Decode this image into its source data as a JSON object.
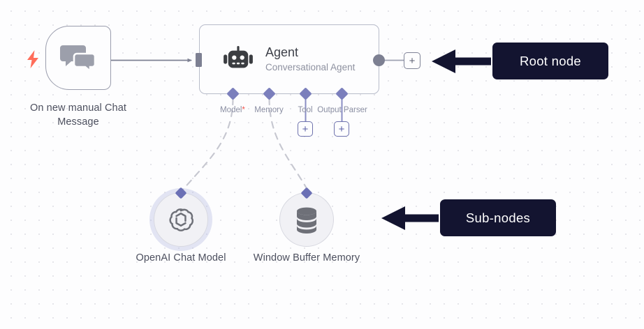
{
  "canvas": {
    "background_color": "#fdfdfe",
    "grid_dot_color": "#e5e5ea",
    "accent_sub_node_color": "#7b7fbc",
    "annotation_bg_color": "#131430",
    "trigger_bolt_color": "#ff6d5a",
    "required_star_color": "#f0534c"
  },
  "nodes": {
    "trigger": {
      "caption": "On new manual Chat Message",
      "icon": "chat-bubbles-icon",
      "badge_icon": "lightning-bolt-icon"
    },
    "agent": {
      "title": "Agent",
      "subtitle": "Conversational Agent",
      "icon": "robot-icon",
      "output_plus_label": "+",
      "ports": [
        {
          "label": "Model",
          "required": true,
          "required_marker": "*",
          "has_plus": false,
          "plus_label": "+"
        },
        {
          "label": "Memory",
          "required": false,
          "required_marker": "",
          "has_plus": false,
          "plus_label": "+"
        },
        {
          "label": "Tool",
          "required": false,
          "required_marker": "",
          "has_plus": true,
          "plus_label": "+"
        },
        {
          "label": "Output Parser",
          "required": false,
          "required_marker": "",
          "has_plus": true,
          "plus_label": "+"
        }
      ]
    },
    "sub_nodes": [
      {
        "caption": "OpenAI Chat Model",
        "icon": "openai-logo-icon",
        "highlighted": true
      },
      {
        "caption": "Window Buffer Memory",
        "icon": "database-stack-icon",
        "highlighted": false
      }
    ]
  },
  "annotations": [
    {
      "label": "Root node",
      "arrow": "arrow-left-icon"
    },
    {
      "label": "Sub-nodes",
      "arrow": "arrow-left-icon"
    }
  ]
}
